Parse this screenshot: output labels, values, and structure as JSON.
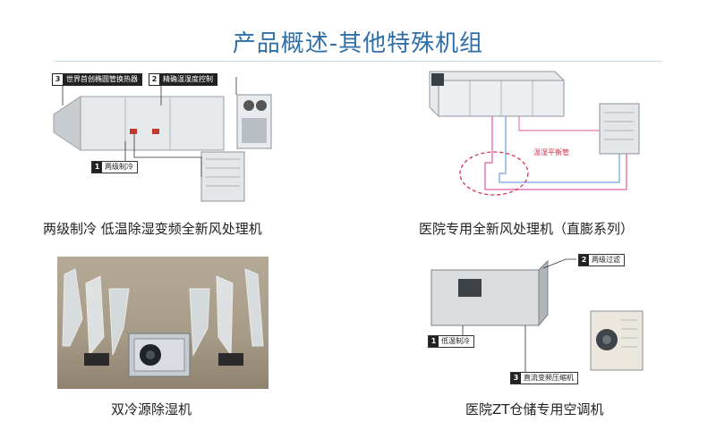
{
  "page": {
    "title": "产品概述-其他特殊机组"
  },
  "panels": [
    {
      "caption": "两级制冷 低温除湿变频全新风处理机",
      "tags": [
        {
          "num": "3",
          "text": "世界首创椭圆管换热器"
        },
        {
          "num": "2",
          "text": "精确温湿度控制"
        },
        {
          "num": "1",
          "text": "两级制冷"
        }
      ]
    },
    {
      "caption": "医院专用全新风处理机（直膨系列）",
      "pipe_label": "温湿平衡管"
    },
    {
      "caption": "双冷源除湿机"
    },
    {
      "caption": "医院ZT仓储专用空调机",
      "tags": [
        {
          "num": "2",
          "text": "两级过滤"
        },
        {
          "num": "1",
          "text": "低温制冷"
        },
        {
          "num": "3",
          "text": "直流变频压缩机"
        }
      ]
    }
  ],
  "colors": {
    "title": "#2f6fa8",
    "dashed_circle": "#d8334f",
    "pipe_pink": "#e878b8",
    "pipe_blue": "#8ab4e8"
  }
}
